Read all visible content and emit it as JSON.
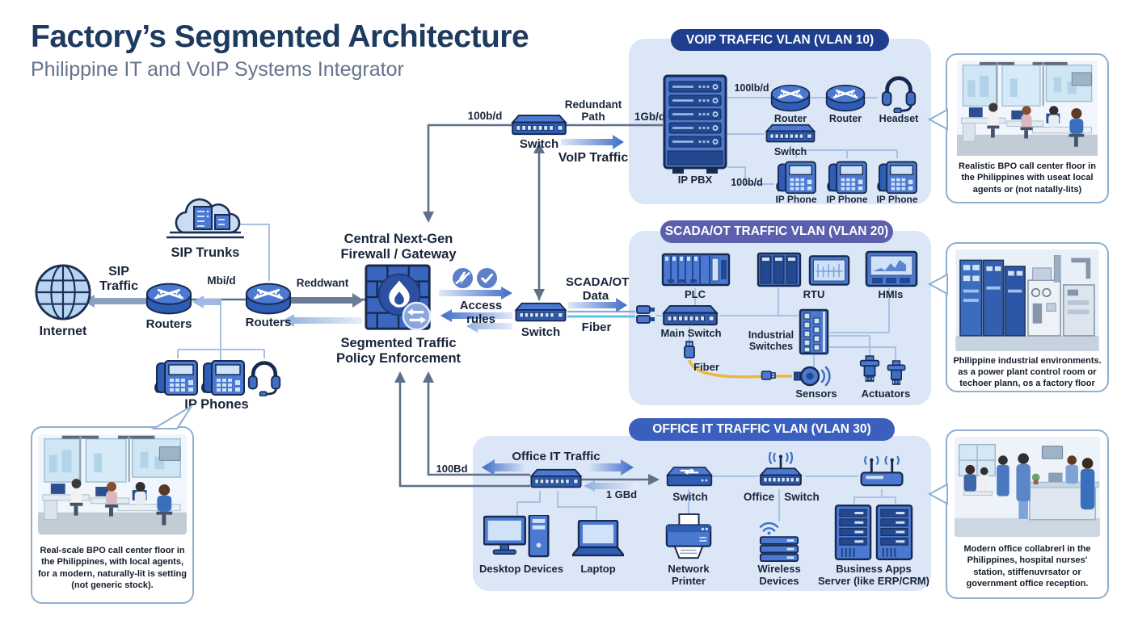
{
  "title": "Factory’s Segmented Architecture",
  "subtitle": "Philippine IT and VoIP Systems Integrator",
  "colors": {
    "vlan10_header": "#1e3e8e",
    "vlan20_header": "#5a5fae",
    "vlan30_header": "#3a5fbd",
    "panel_fill": "#dbe6f6",
    "device_blue": "#4272c8",
    "line_light": "#a8c2e6",
    "line_dark": "#5f7189",
    "arrow_blue": "#3f6cc8",
    "title_color": "#1e3a5f",
    "fiber_yellow": "#f0b43c"
  },
  "left": {
    "internet": "Internet",
    "sip_traffic": "SIP\nTraffic",
    "routers_a": "Routers",
    "link_mbid": "Mbi/d",
    "routers_b": "Routers",
    "link_reddwant": "Reddwant",
    "sip_trunks": "SIP Trunks",
    "ip_phones": "IP Phones"
  },
  "center": {
    "link_100bd_top": "100b/d",
    "top_switch": "Switch",
    "redundant_path": "Redundant\nPath",
    "voip_traffic": "VoIP Traffic",
    "firewall_title": "Central Next-Gen\nFirewall / Gateway",
    "access_rules": "Access rules",
    "firewall_caption": "Segmented Traffic\nPolicy Enforcement",
    "scada_switch": "Switch",
    "scada_data": "SCADA/OT\nData",
    "fiber": "Fiber",
    "link_100bd_office": "100Bd",
    "link_1gbd_office": "1 GBd"
  },
  "vlan10": {
    "header": "VOIP TRAFFIC VLAN (VLAN 10)",
    "link_up": "1Gb/d",
    "link_router": "100lb/d",
    "link_phone": "100b/d",
    "ip_pbx": "IP PBX",
    "router_a": "Router",
    "router_b": "Router",
    "headset": "Headset",
    "switch": "Switch",
    "phone_1": "IP Phone",
    "phone_2": "IP Phone",
    "phone_3": "IP Phone"
  },
  "vlan20": {
    "header": "SCADA/OT TRAFFIC VLAN (VLAN 20)",
    "plc": "PLC",
    "rtu": "RTU",
    "hmis": "HMIs",
    "main_switch": "Main Switch",
    "industrial_switches": "Industrial\nSwitches",
    "fiber": "Fiber",
    "sensors": "Sensors",
    "actuators": "Actuators"
  },
  "vlan30": {
    "header": "OFFICE IT TRAFFIC VLAN (VLAN 30)",
    "office_it_traffic": "Office IT Traffic",
    "switch": "Switch",
    "office_switch_a": "Office",
    "office_switch_b": "Switch",
    "desktop_devices": "Desktop Devices",
    "laptop": "Laptop",
    "network_printer": "Network\nPrinter",
    "wireless_devices": "Wireless\nDevices",
    "business_server": "Business Apps\nServer (like ERP/CRM)"
  },
  "panels": {
    "bottom_left_caption": "Real-scale BPO call center floor in the Philippines, with local agents, for a modern, naturally-lit is setting (not generic stock).",
    "top_right_caption": "Realistic BPO call center floor in the Philippines with useat local agents or (not natally-lits)",
    "mid_right_caption": "Philippine industrial environments. as a power plant control room or techoer plann, os a factory floor",
    "bottom_right_caption": "Modern office collabrerl in the Philippines, hospital nurses' station, stiffenuvrsator or government office reception."
  }
}
